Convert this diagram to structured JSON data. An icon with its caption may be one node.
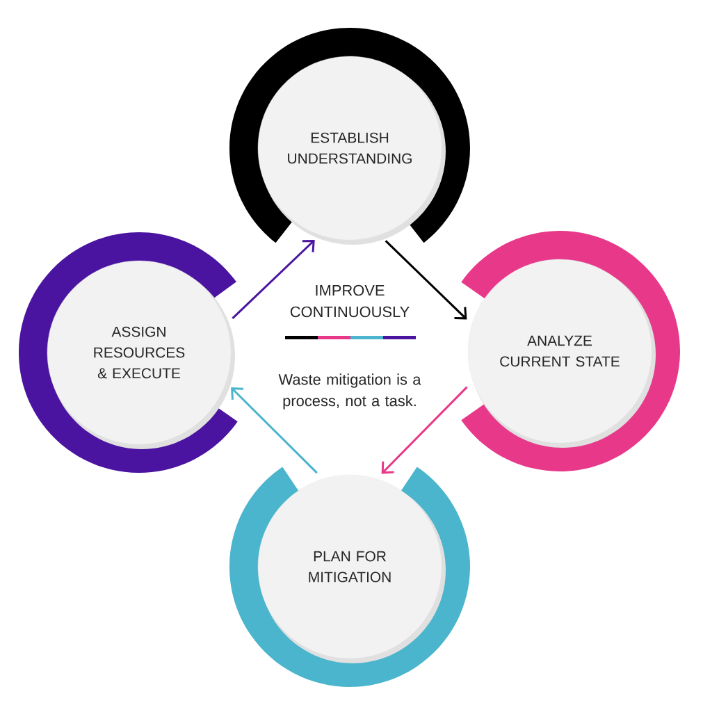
{
  "diagram": {
    "nodes": [
      {
        "text": [
          "ESTABLISH UNDERSTANDING"
        ]
      },
      {
        "text": [
          "ANALYZE CURRENT STATE"
        ]
      },
      {
        "text": [
          "PLAN FOR MITIGATION"
        ]
      },
      {
        "text": [
          "ASSIGN RESOURCES & EXECUTE"
        ]
      }
    ],
    "edges": [
      {
        "from": 0,
        "to": 1,
        "arrow": "to",
        "color": "#000000"
      },
      {
        "from": 1,
        "to": 2,
        "arrow": "to",
        "color": "#e8388a"
      },
      {
        "from": 2,
        "to": 3,
        "arrow": "to",
        "color": "#4ab5cc"
      },
      {
        "from": 3,
        "to": 0,
        "arrow": "to",
        "color": "#4b14a0"
      }
    ],
    "labels": [
      "IMPROVE CONTINUOUSLY",
      "Waste mitigation is a process, not a task."
    ]
  }
}
